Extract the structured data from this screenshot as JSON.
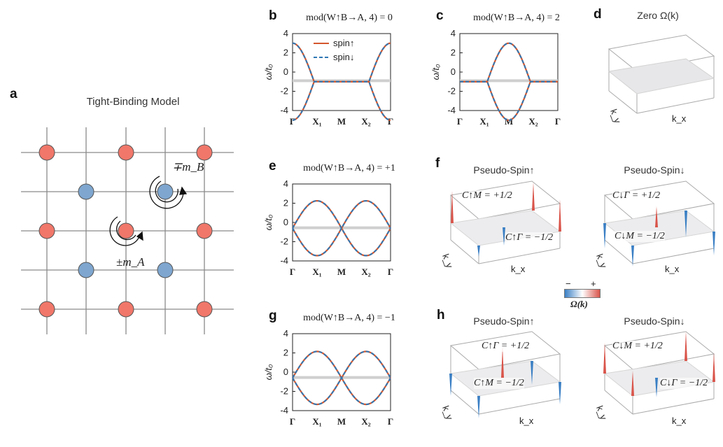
{
  "panel_a": {
    "label": "a",
    "title": "Tight-Binding Model",
    "mass_A_label": "±m_A",
    "mass_B_label": "∓m_B",
    "site_colors": {
      "A": "#f0776a",
      "B": "#7ea6cf"
    }
  },
  "band_panels": [
    {
      "id": "b",
      "label": "b",
      "title": "mod(W↑B→A, 4) = 0",
      "variant": "zero",
      "ylabel": "ω/t₀",
      "yticks": [
        "4",
        "2",
        "0",
        "-2",
        "-4"
      ],
      "kticks": [
        "Γ",
        "X₁",
        "M",
        "X₂",
        "Γ"
      ],
      "legend": [
        {
          "name": "spin↑",
          "style": "solid",
          "color": "#d4572e"
        },
        {
          "name": "spin↓",
          "style": "dashed",
          "color": "#2f77b4"
        }
      ]
    },
    {
      "id": "c",
      "label": "c",
      "title": "mod(W↑B→A, 4) = 2",
      "variant": "two",
      "ylabel": "ω/t₀",
      "yticks": [
        "4",
        "2",
        "0",
        "-2",
        "-4"
      ],
      "kticks": [
        "Γ",
        "X₁",
        "M",
        "X₂",
        "Γ"
      ]
    },
    {
      "id": "e",
      "label": "e",
      "title": "mod(W↑B→A, 4) = +1",
      "variant": "one",
      "ylabel": "ω/t₀",
      "yticks": [
        "4",
        "2",
        "0",
        "-2",
        "-4"
      ],
      "kticks": [
        "Γ",
        "X₁",
        "M",
        "X₂",
        "Γ"
      ]
    },
    {
      "id": "g",
      "label": "g",
      "title": "mod(W↑B→A, 4) = −1",
      "variant": "minus",
      "ylabel": "ω/t₀",
      "yticks": [
        "4",
        "2",
        "0",
        "-2",
        "-4"
      ],
      "kticks": [
        "Γ",
        "X₁",
        "M",
        "X₂",
        "Γ"
      ]
    }
  ],
  "panel_d": {
    "label": "d",
    "title": "Zero Ω(k)",
    "kx": "k_x",
    "ky": "k_y"
  },
  "panel_f": {
    "label": "f",
    "left": {
      "title": "Pseudo-Spin↑",
      "ann1": "C↑M = +1/2",
      "ann2": "C↑Γ = −1/2"
    },
    "right": {
      "title": "Pseudo-Spin↓",
      "ann1": "C↓Γ = +1/2",
      "ann2": "C↓M = −1/2"
    }
  },
  "colorbar": {
    "minus": "−",
    "plus": "+",
    "label": "Ω(k)",
    "neg_color": "#3a7fc4",
    "pos_color": "#d9544a"
  },
  "panel_h": {
    "label": "h",
    "left": {
      "title": "Pseudo-Spin↑",
      "ann1": "C↑Γ = +1/2",
      "ann2": "C↑M = −1/2"
    },
    "right": {
      "title": "Pseudo-Spin↓",
      "ann1": "C↓M = +1/2",
      "ann2": "C↓Γ = −1/2"
    }
  },
  "surface_axis": {
    "kx": "k_x",
    "ky": "k_y"
  }
}
